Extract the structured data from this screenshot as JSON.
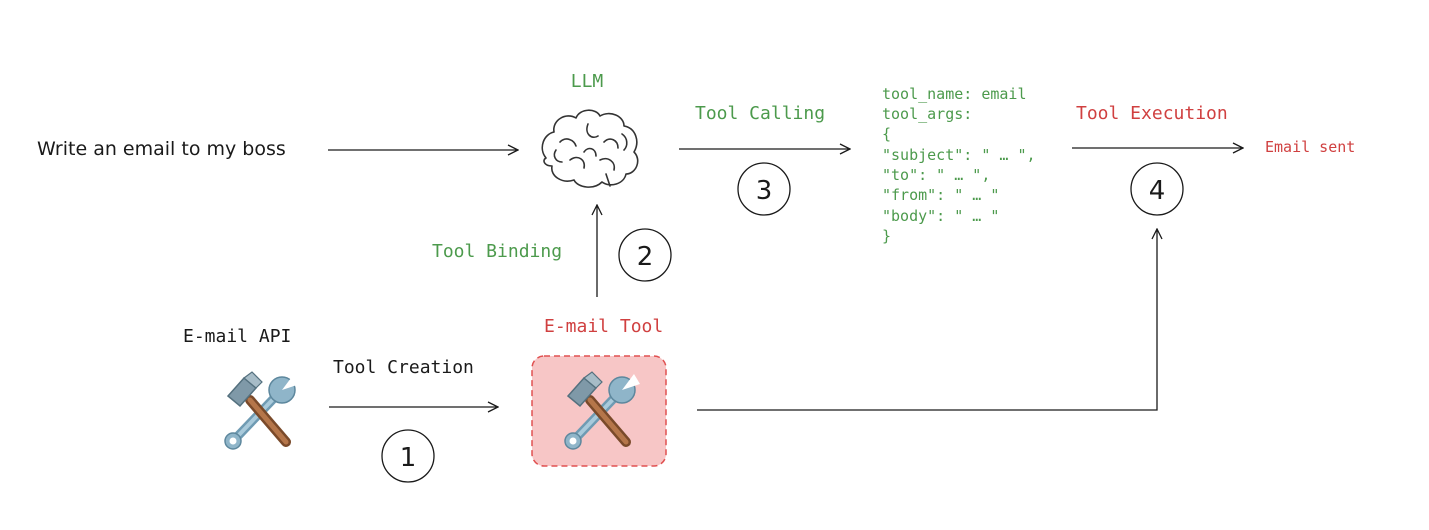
{
  "colors": {
    "green": "#4c9a4c",
    "red": "#d04040",
    "ink": "#1a1a1a",
    "tool_box_fill": "#f7c6c6",
    "tool_box_border": "#e05050"
  },
  "nodes": {
    "prompt": "Write an email to my boss",
    "llm_label": "LLM",
    "llm_icon": "brain-icon",
    "email_api_label": "E-mail API",
    "email_tool_label": "E-mail Tool",
    "tool_icon": "hammer-and-wrench-icon",
    "result": "Email sent"
  },
  "edges": {
    "tool_creation": "Tool Creation",
    "tool_binding": "Tool Binding",
    "tool_calling": "Tool Calling",
    "tool_execution": "Tool Execution"
  },
  "steps": [
    "1",
    "2",
    "3",
    "4"
  ],
  "tool_call": [
    "tool_name: email",
    "tool_args:",
    "{",
    "\"subject\": \" … \",",
    "\"to\": \" … \",",
    "\"from\": \" … \"",
    "\"body\": \" … \"",
    "}"
  ]
}
